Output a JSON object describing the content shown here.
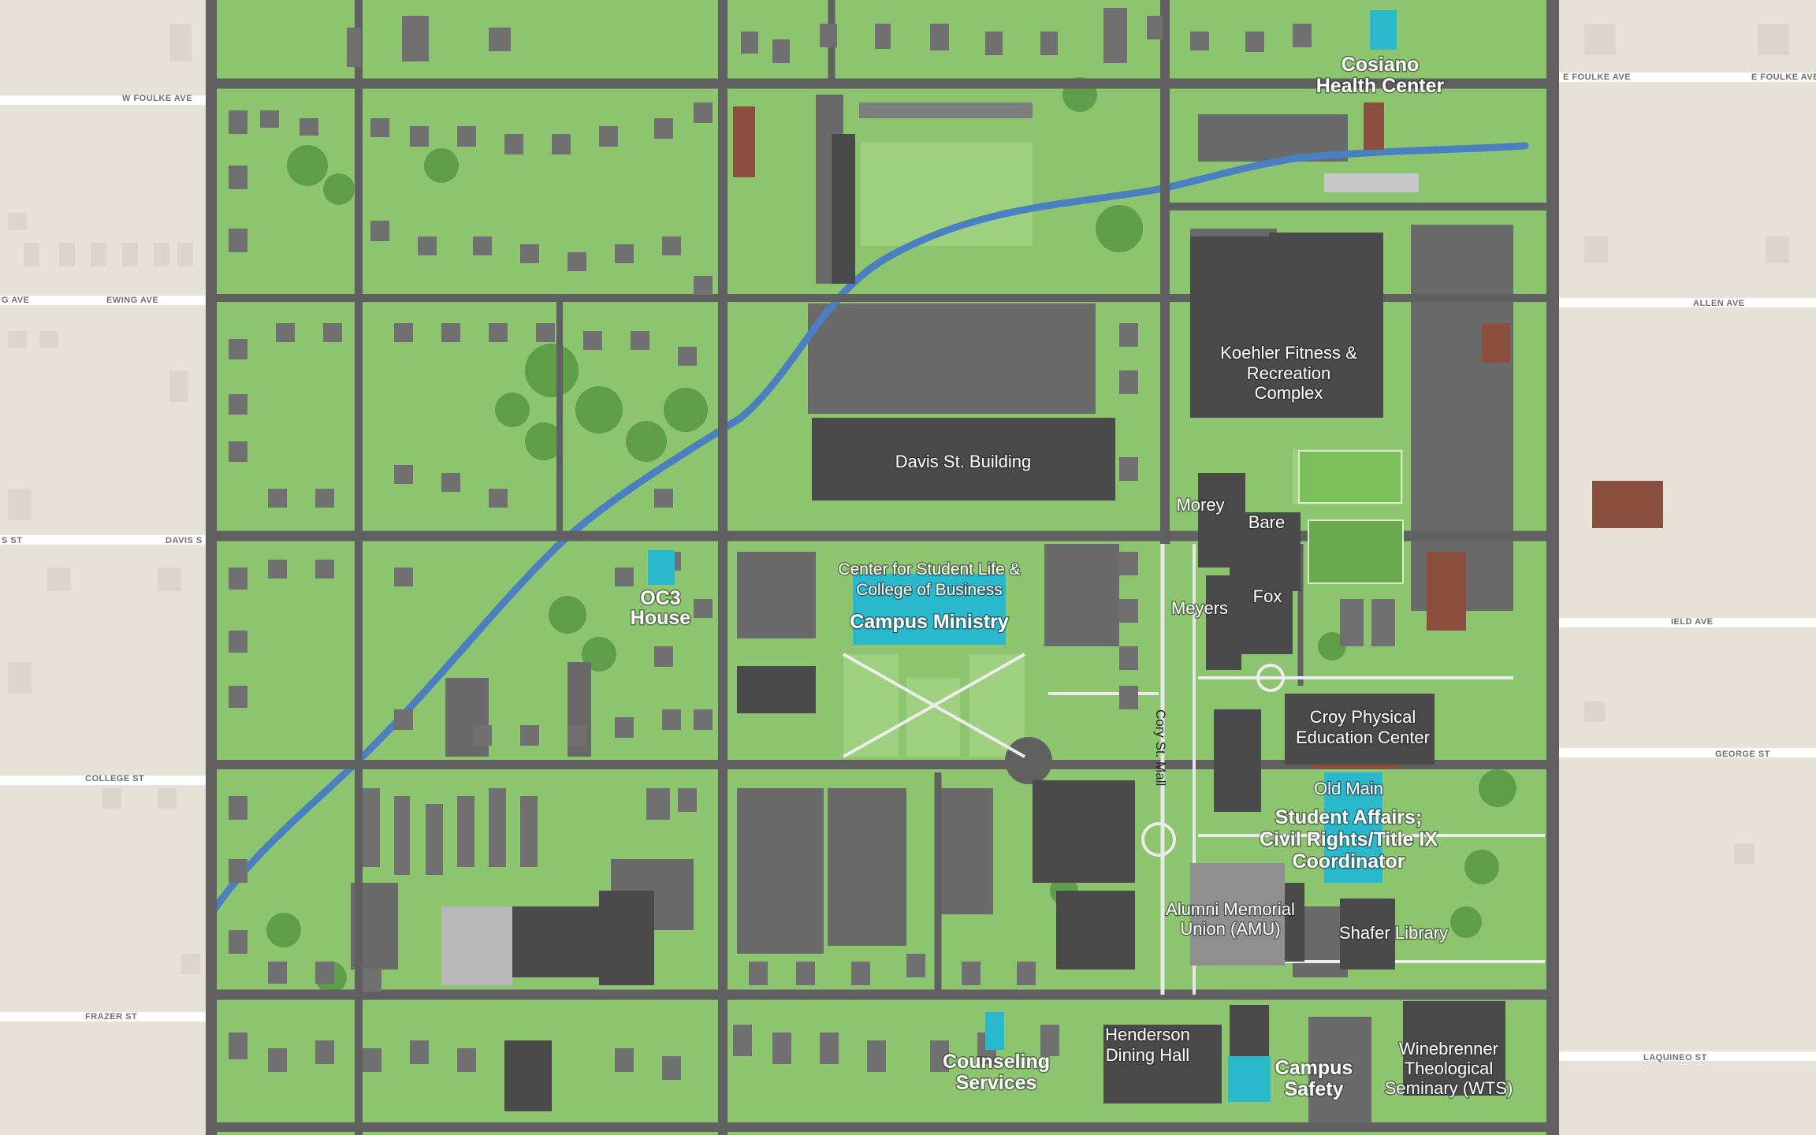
{
  "streets": {
    "w_foulke": "W FOULKE AVE",
    "e_foulke_1": "E FOULKE AVE",
    "e_foulke_2": "E FOULKE AVE",
    "ewing": "EWING AVE",
    "ewing_left": "G AVE",
    "allen": "ALLEN AVE",
    "davis": "DAVIS S",
    "davis_left": "S ST",
    "field": "IELD AVE",
    "college": "COLLEGE ST",
    "george": "GEORGE ST",
    "frazer": "FRAZER ST",
    "laquineo": "LAQUINEO ST"
  },
  "labels": {
    "cosiano_1": "Cosiano",
    "cosiano_2": "Health Center",
    "koehler_1": "Koehler Fitness &",
    "koehler_2": "Recreation",
    "koehler_3": "Complex",
    "davis_bldg": "Davis St. Building",
    "morey": "Morey",
    "bare": "Bare",
    "fox": "Fox",
    "meyers": "Meyers",
    "csl_1": "Center for Student Life &",
    "csl_2": "College of Business",
    "campus_ministry": "Campus Ministry",
    "oc3_1": "OC3",
    "oc3_2": "House",
    "croy_1": "Croy Physical",
    "croy_2": "Education Center",
    "cory_mall": "Cory St. Mall",
    "old_main": "Old Main",
    "sa_1": "Student Affairs;",
    "sa_2": "Civil Rights/Title IX",
    "sa_3": "Coordinator",
    "amu_1": "Alumni Memorial",
    "amu_2": "Union (AMU)",
    "shafer": "Shafer Library",
    "henderson_1": "Henderson",
    "henderson_2": "Dining Hall",
    "counseling_1": "Counseling",
    "counseling_2": "Services",
    "safety_1": "Campus",
    "safety_2": "Safety",
    "wts_1": "Winebrenner",
    "wts_2": "Theological",
    "wts_3": "Seminary (WTS)"
  },
  "colors": {
    "grass": "#8cc46f",
    "road": "#606060",
    "building": "#4a4a4a",
    "highlight": "#2ab8cc",
    "offmap": "#e6e1d9",
    "creek": "#4a7fc1"
  }
}
